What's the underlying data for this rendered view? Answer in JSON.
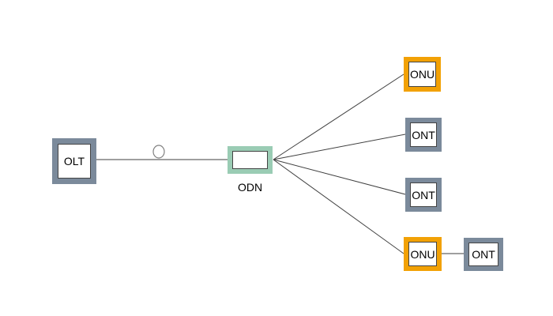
{
  "colors": {
    "slate": "#7b8a9b",
    "orange": "#f2a105",
    "green": "#9accb4",
    "line": "#3f3f3f",
    "inner_outline": "#444444",
    "loop_stroke": "#808080",
    "background": "#ffffff"
  },
  "diagram": {
    "type": "network-topology",
    "nodes": [
      {
        "id": "olt",
        "label": "OLT",
        "border_color_key": "slate"
      },
      {
        "id": "odn",
        "label": "",
        "caption": "ODN",
        "border_color_key": "green"
      },
      {
        "id": "onu-1",
        "label": "ONU",
        "border_color_key": "orange"
      },
      {
        "id": "ont-1",
        "label": "ONT",
        "border_color_key": "slate"
      },
      {
        "id": "ont-2",
        "label": "ONT",
        "border_color_key": "slate"
      },
      {
        "id": "onu-2",
        "label": "ONU",
        "border_color_key": "orange"
      },
      {
        "id": "ont-3",
        "label": "ONT",
        "border_color_key": "slate"
      }
    ],
    "edges": [
      {
        "from": "olt",
        "to": "odn",
        "via": "fiber-loop"
      },
      {
        "from": "odn",
        "to": "onu-1"
      },
      {
        "from": "odn",
        "to": "ont-1"
      },
      {
        "from": "odn",
        "to": "ont-2"
      },
      {
        "from": "odn",
        "to": "onu-2"
      },
      {
        "from": "onu-2",
        "to": "ont-3"
      }
    ]
  }
}
